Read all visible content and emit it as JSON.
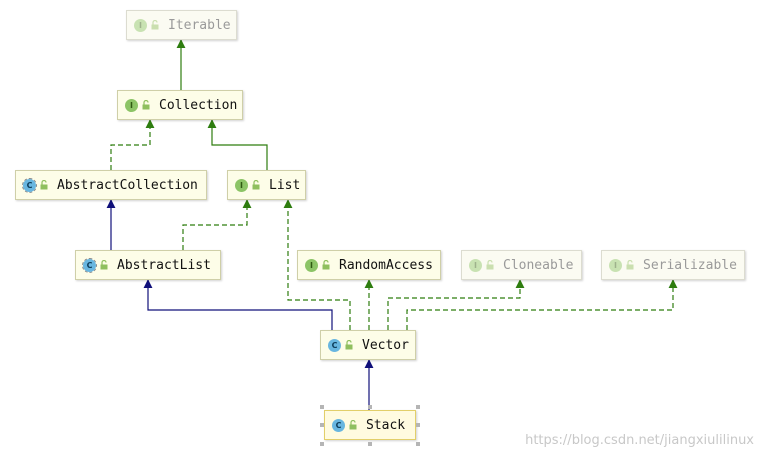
{
  "nodes": {
    "iterable": {
      "name": "Iterable",
      "kind": "interface",
      "badge": "I",
      "dimmed": true
    },
    "collection": {
      "name": "Collection",
      "kind": "interface",
      "badge": "I",
      "dimmed": false
    },
    "abstract_collection": {
      "name": "AbstractCollection",
      "kind": "abstract-class",
      "badge": "C",
      "dimmed": false
    },
    "list": {
      "name": "List",
      "kind": "interface",
      "badge": "I",
      "dimmed": false
    },
    "abstract_list": {
      "name": "AbstractList",
      "kind": "abstract-class",
      "badge": "C",
      "dimmed": false
    },
    "random_access": {
      "name": "RandomAccess",
      "kind": "interface",
      "badge": "I",
      "dimmed": false
    },
    "cloneable": {
      "name": "Cloneable",
      "kind": "interface",
      "badge": "I",
      "dimmed": true
    },
    "serializable": {
      "name": "Serializable",
      "kind": "interface",
      "badge": "I",
      "dimmed": true
    },
    "vector": {
      "name": "Vector",
      "kind": "class",
      "badge": "C",
      "dimmed": false
    },
    "stack": {
      "name": "Stack",
      "kind": "class",
      "badge": "C",
      "dimmed": false,
      "selected": true
    }
  },
  "edges": [
    {
      "from": "collection",
      "to": "iterable",
      "type": "extends-interface",
      "style": "solid",
      "color": "#2e7d0f"
    },
    {
      "from": "abstract_collection",
      "to": "collection",
      "type": "implements",
      "style": "dashed",
      "color": "#2e7d0f"
    },
    {
      "from": "list",
      "to": "collection",
      "type": "extends-interface",
      "style": "solid",
      "color": "#2e7d0f"
    },
    {
      "from": "abstract_list",
      "to": "abstract_collection",
      "type": "extends-class",
      "style": "solid",
      "color": "#10107a"
    },
    {
      "from": "abstract_list",
      "to": "list",
      "type": "implements",
      "style": "dashed",
      "color": "#2e7d0f"
    },
    {
      "from": "vector",
      "to": "abstract_list",
      "type": "extends-class",
      "style": "solid",
      "color": "#10107a"
    },
    {
      "from": "vector",
      "to": "list",
      "type": "implements",
      "style": "dashed",
      "color": "#2e7d0f"
    },
    {
      "from": "vector",
      "to": "random_access",
      "type": "implements",
      "style": "dashed",
      "color": "#2e7d0f"
    },
    {
      "from": "vector",
      "to": "cloneable",
      "type": "implements",
      "style": "dashed",
      "color": "#2e7d0f"
    },
    {
      "from": "vector",
      "to": "serializable",
      "type": "implements",
      "style": "dashed",
      "color": "#2e7d0f"
    },
    {
      "from": "stack",
      "to": "vector",
      "type": "extends-class",
      "style": "solid",
      "color": "#10107a"
    }
  ],
  "colors": {
    "interface_edge": "#2e7d0f",
    "class_edge": "#10107a",
    "node_background": "#fdfde8",
    "interface_badge": "#8cc466",
    "class_badge": "#68b6e0"
  },
  "watermark": "https://blog.csdn.net/jiangxiulilinux"
}
